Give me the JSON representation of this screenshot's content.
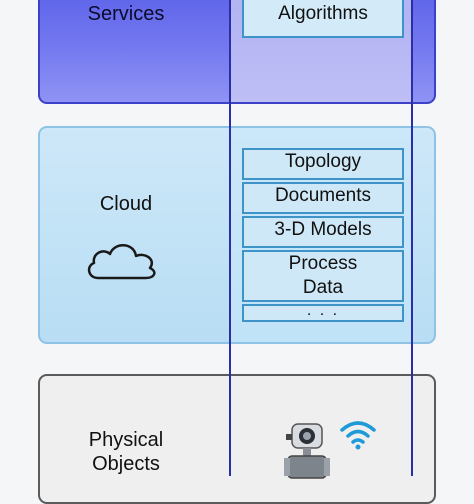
{
  "layers": {
    "services": {
      "label": "Services"
    },
    "cloud": {
      "label": "Cloud"
    },
    "physical": {
      "label": "Physical\nObjects"
    }
  },
  "services_items": [
    "Algorithms"
  ],
  "cloud_items": {
    "topology": "Topology",
    "documents": "Documents",
    "models": "3-D Models",
    "process_data": "Process\nData",
    "more": ". . ."
  },
  "colors": {
    "services_fill": "#6a6fee",
    "cloud_fill": "#c4e3f6",
    "physical_fill": "#efefef",
    "column_border": "#2a2fa8",
    "box_fill": "#cfe8f7",
    "box_border": "#3e94c9",
    "wifi": "#1e9bd7"
  },
  "icons": {
    "cloud": "cloud-outline-icon",
    "device": "flow-meter-device-icon",
    "wifi": "wifi-signal-icon"
  }
}
